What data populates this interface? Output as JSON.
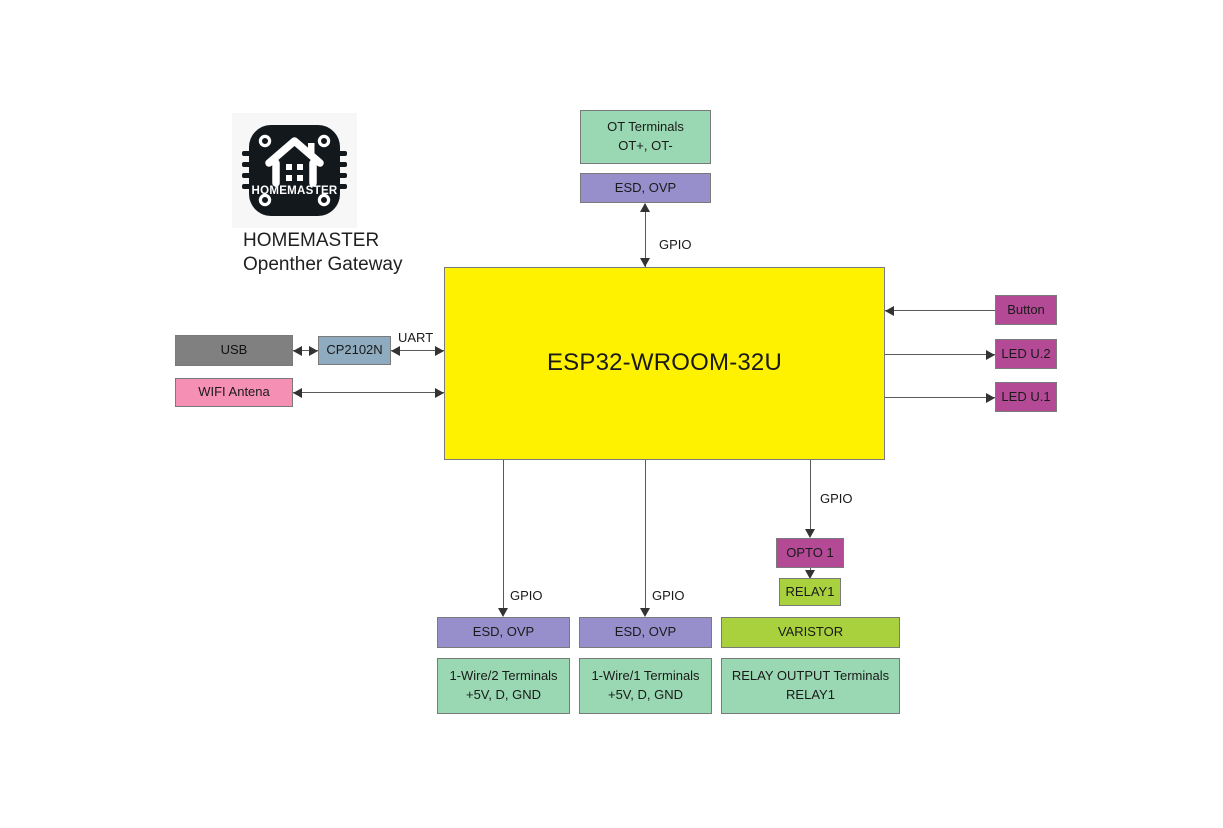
{
  "diagram": {
    "title": "HOMEMASTER Openther Gateway block diagram",
    "brand": {
      "line1": "HOMEMASTER",
      "line2": "Openther Gateway",
      "logo_text": "HOMEMASTER"
    },
    "colors": {
      "terminal_green": "#99D8B2",
      "protection_purple": "#968FCB",
      "mcu_yellow": "#FFF200",
      "usb_gray": "#808080",
      "bridge_steel": "#8FABBF",
      "antenna_pink": "#F590B4",
      "io_magenta": "#B44A95",
      "relay_lime": "#A8D13D",
      "border_gray": "#7a7a7a",
      "line_gray": "#5a5a5a"
    },
    "blocks": {
      "mcu": "ESP32-WROOM-32U",
      "ot_terminals": {
        "line1": "OT Terminals",
        "line2": "OT+, OT-"
      },
      "ot_protection": "ESD, OVP",
      "usb": "USB",
      "bridge": "CP2102N",
      "antenna": "WIFI Antena",
      "button": "Button",
      "led_u2": "LED U.2",
      "led_u1": "LED U.1",
      "opto": "OPTO 1",
      "relay": "RELAY1",
      "varistor": "VARISTOR",
      "onewire2_protection": "ESD, OVP",
      "onewire1_protection": "ESD, OVP",
      "onewire2_terminals": {
        "line1": "1-Wire/2 Terminals",
        "line2": "+5V, D, GND"
      },
      "onewire1_terminals": {
        "line1": "1-Wire/1 Terminals",
        "line2": "+5V, D, GND"
      },
      "relay_output_terminals": {
        "line1": "RELAY OUTPUT Terminals",
        "line2": "RELAY1"
      }
    },
    "edge_labels": {
      "gpio_ot": "GPIO",
      "uart": "UART",
      "gpio_onewire2": "GPIO",
      "gpio_onewire1": "GPIO",
      "gpio_relay": "GPIO"
    }
  }
}
